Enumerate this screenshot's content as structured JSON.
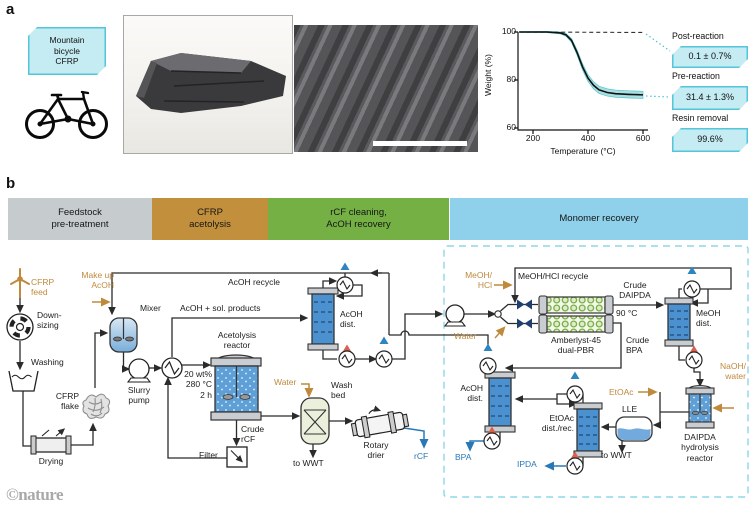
{
  "panels": {
    "a": "a",
    "b": "b"
  },
  "panel_a": {
    "sample_tag": "Mountain\nbicycle\nCFRP",
    "annotations": [
      {
        "title": "Post-reaction",
        "value": "0.1 ± 0.7%"
      },
      {
        "title": "Pre-reaction",
        "value": "31.4 ± 1.3%"
      },
      {
        "title": "Resin removal",
        "value": "99.6%"
      }
    ]
  },
  "chart_data": {
    "type": "line",
    "title": "",
    "xlabel": "Temperature (°C)",
    "ylabel": "Weight (%)",
    "xlim": [
      150,
      610
    ],
    "ylim": [
      59,
      103
    ],
    "xticks": [
      200,
      400,
      600
    ],
    "yticks": [
      100,
      80,
      60
    ],
    "grid": false,
    "legend_position": "none",
    "series": [
      {
        "name": "Pre-reaction",
        "color": "#111111",
        "style": "solid",
        "x": [
          150,
          250,
          300,
          320,
          340,
          360,
          380,
          400,
          420,
          440,
          470,
          500,
          550,
          600
        ],
        "y": [
          100,
          100,
          99.6,
          98.8,
          96.5,
          91.5,
          85.5,
          80.8,
          77.8,
          75.9,
          74.8,
          74.3,
          74,
          73.8
        ],
        "band_halfwidth": [
          0.15,
          0.25,
          0.4,
          0.55,
          0.8,
          1.1,
          1.3,
          1.4,
          1.5,
          1.5,
          1.5,
          1.5,
          1.5,
          1.5
        ],
        "band_color": "#a9dfe0"
      },
      {
        "name": "Post-reaction",
        "color": "#333333",
        "style": "dashed",
        "x": [
          150,
          600
        ],
        "y": [
          100,
          99.8
        ]
      }
    ]
  },
  "sections": [
    {
      "label": "Feedstock\npre-treatment",
      "color": "#c6cbce"
    },
    {
      "label": "CFRP\nacetolysis",
      "color": "#c2903c"
    },
    {
      "label": "rCF cleaning,\nAcOH recovery",
      "color": "#74b044"
    },
    {
      "label": "Monomer recovery",
      "color": "#8fd0ea"
    }
  ],
  "flow": {
    "labels": {
      "acoh_recycle": "AcOH recycle",
      "mixer": "Mixer",
      "makeup_acoh": "Make up\nAcOH",
      "cfrp_feed": "CFRP\nfeed",
      "downsizing": "Down-\nsizing",
      "washing": "Washing",
      "cfrp_flake": "CFRP\nflake",
      "drying": "Drying",
      "slurry_pump": "Slurry\npump",
      "acoh_sol_products": "AcOH + sol. products",
      "acetolysis_reactor": "Acetolysis\nreactor",
      "reactor_conditions": "20 wt%\n280 °C\n2 h",
      "filter": "Filter",
      "crude_rcf": "Crude\nrCF",
      "water_1": "Water",
      "wash_bed": "Wash\nbed",
      "to_wwt_1": "to WWT",
      "rotary_drier": "Rotary\ndrier",
      "rcf": "rCF",
      "acoh_dist_1": "AcOH\ndist.",
      "meoh_hcl": "MeOH/\nHCl",
      "water_2": "Water",
      "meoh_hcl_recycle": "MeOH/HCl recycle",
      "amberlyst": "Amberlyst-45\ndual-PBR",
      "pbr_temp": "90 °C",
      "crude_daipda": "Crude\nDAIPDA",
      "crude_bpa": "Crude\nBPA",
      "meoh_dist": "MeOH\ndist.",
      "naoh_water": "NaOH/\nwater",
      "acoh_dist_2": "AcOH\ndist.",
      "bpa": "BPA",
      "etoac_dist": "EtOAc\ndist./rec.",
      "ipda": "IPDA",
      "lle": "LLE",
      "to_wwt_2": "to WWT",
      "etoac": "EtOAc",
      "daipda_reactor": "DAIPDA\nhydrolysis\nreactor"
    },
    "colors": {
      "stream_label_orange": "#bf8a3c",
      "product_label_blue": "#2878b8",
      "line": "#2b2b2b",
      "boundary_dash": "#8fd6e8",
      "column_fill": "#4b90cf",
      "vessel_gray": "#c9cdd1"
    }
  },
  "footer": {
    "credit": "©nature"
  }
}
